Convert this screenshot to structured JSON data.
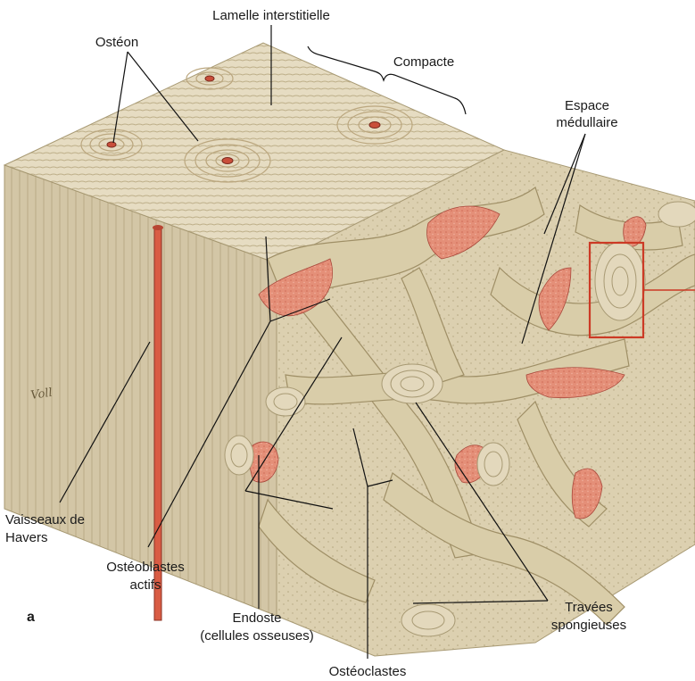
{
  "figure": {
    "panel_letter": "a",
    "signature": "Voll",
    "labels": {
      "lamelle": "Lamelle interstitielle",
      "osteon": "Ostéon",
      "compacte": "Compacte",
      "espace_1": "Espace",
      "espace_2": "médullaire",
      "vaisseaux_1": "Vaisseaux de",
      "vaisseaux_2": "Havers",
      "osteoblastes_1": "Ostéoblastes",
      "osteoblastes_2": "actifs",
      "endoste_1": "Endoste",
      "endoste_2": "(cellules osseuses)",
      "travees_1": "Travées",
      "travees_2": "spongieuses",
      "osteoclastes": "Ostéoclastes"
    }
  },
  "colors": {
    "bone": "#e3d9bf",
    "bone_shadow": "#c8bb98",
    "lamella_line": "#b9ab86",
    "vessel": "#d9664f",
    "marrow_pink": "#e7907a",
    "highlight_box": "#cc3a25"
  }
}
